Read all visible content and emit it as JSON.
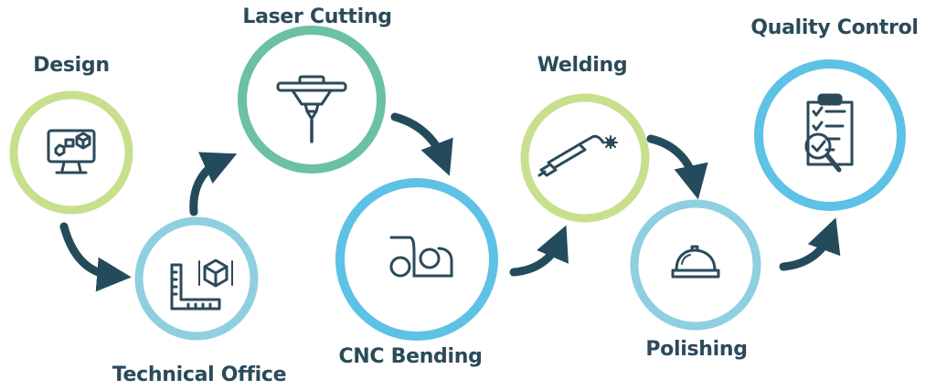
{
  "colors": {
    "text": "#2b4a5a",
    "icon": "#2b4a5a",
    "arrow": "#244b5c",
    "green": "#c8df8e",
    "teal": "#6bc0a5",
    "light_blue": "#8ecfe0",
    "blue": "#5ec1e6"
  },
  "steps": [
    {
      "label": "Design",
      "icon": "monitor-cube-icon",
      "ring": "green"
    },
    {
      "label": "Technical Office",
      "icon": "ruler-cube-icon",
      "ring": "light_blue"
    },
    {
      "label": "Laser Cutting",
      "icon": "laser-head-icon",
      "ring": "teal"
    },
    {
      "label": "CNC Bending",
      "icon": "bending-rollers-icon",
      "ring": "blue"
    },
    {
      "label": "Welding",
      "icon": "welding-torch-icon",
      "ring": "green"
    },
    {
      "label": "Polishing",
      "icon": "polisher-icon",
      "ring": "light_blue"
    },
    {
      "label": "Quality Control",
      "icon": "checklist-magnifier-icon",
      "ring": "blue"
    }
  ]
}
